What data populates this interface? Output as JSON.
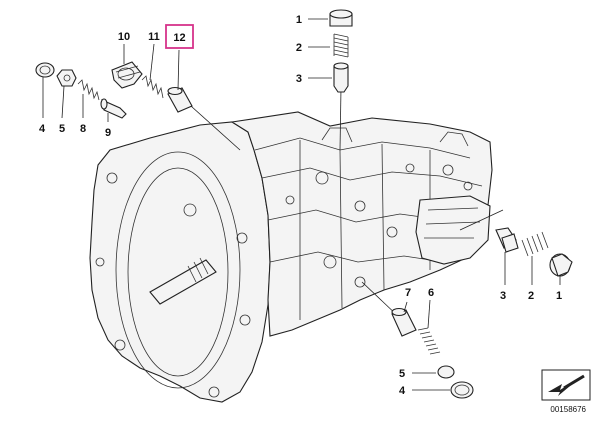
{
  "diagram": {
    "highlight_color": "#d6338a",
    "line_color": "#222222",
    "highlighted_label": "12",
    "labels": {
      "top_1": "1",
      "top_2": "2",
      "top_3": "3",
      "l10": "10",
      "l11": "11",
      "l12": "12",
      "l4": "4",
      "l5": "5",
      "l8": "8",
      "l9": "9",
      "r3": "3",
      "r2": "2",
      "r1": "1",
      "l7": "7",
      "l6": "6",
      "b5": "5",
      "b4": "4"
    },
    "doc_number": "00158676"
  }
}
